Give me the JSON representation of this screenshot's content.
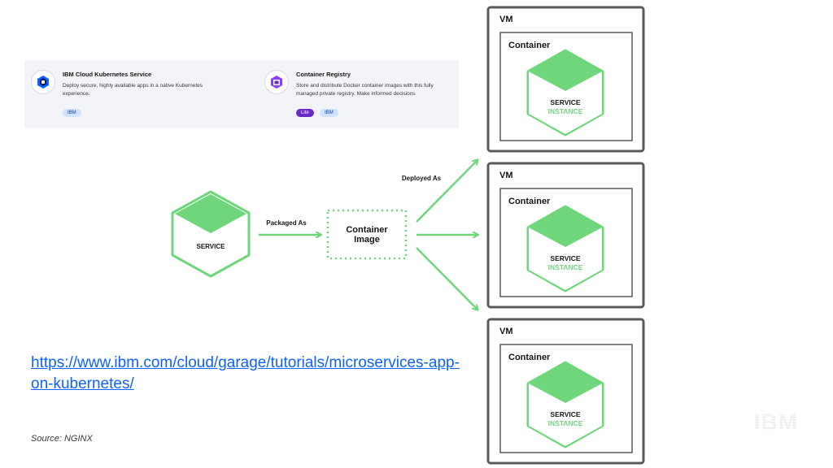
{
  "catalog": {
    "cards": [
      {
        "title": "IBM Cloud Kubernetes Service",
        "desc": "Deploy secure, highly available apps in a native Kubernetes experience.",
        "tags": [
          "IBM"
        ]
      },
      {
        "title": "Container Registry",
        "desc": "Store and distribute Docker container images with this fully managed private registry. Make informed decisions",
        "tags": [
          "Lite",
          "IBM"
        ]
      }
    ]
  },
  "diagram": {
    "service_label": "SERVICE",
    "packaged_as": "Packaged As",
    "container_image_line1": "Container",
    "container_image_line2": "Image",
    "deployed_as": "Deployed As",
    "vms": [
      {
        "vm_label": "VM",
        "container_label": "Container",
        "instance_line1": "SERVICE",
        "instance_line2": "INSTANCE"
      },
      {
        "vm_label": "VM",
        "container_label": "Container",
        "instance_line1": "SERVICE",
        "instance_line2": "INSTANCE"
      },
      {
        "vm_label": "VM",
        "container_label": "Container",
        "instance_line1": "SERVICE",
        "instance_line2": "INSTANCE"
      }
    ],
    "colors": {
      "accent_green": "#6fd67c",
      "border_gray": "#5a5a5a"
    }
  },
  "link": {
    "text": "https://www.ibm.com/cloud/garage/tutorials/microservices-app-on-kubernetes/"
  },
  "source": "Source: NGINX",
  "logo": {
    "name": "ibm-logo",
    "text": "IBM"
  }
}
